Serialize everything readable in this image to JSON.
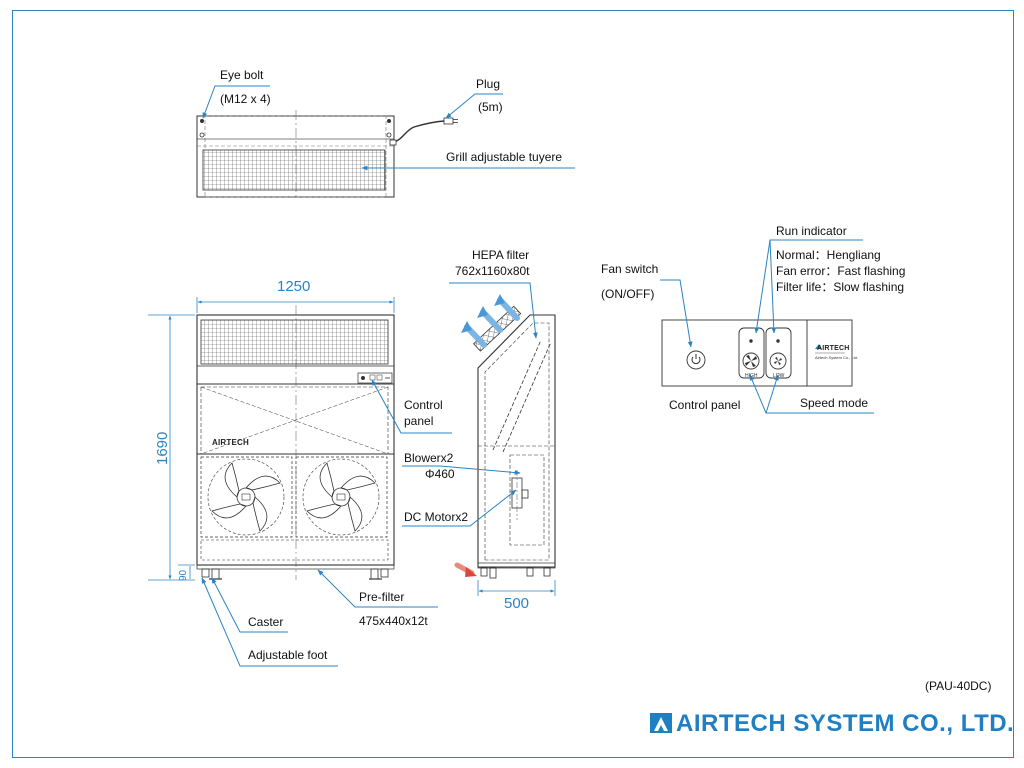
{
  "labels": {
    "eye_bolt": "Eye bolt",
    "eye_bolt_spec": "(M12 x 4)",
    "plug": "Plug",
    "plug_spec": "(5m)",
    "grill": "Grill  adjustable tuyere",
    "hepa_filter": "HEPA filter",
    "hepa_filter_spec": "762x1160x80t",
    "control_panel_l1": "Control",
    "control_panel_l2": "panel",
    "blower": "Blowerx2",
    "blower_spec": "Φ460",
    "dc_motor": "DC Motorx2",
    "caster": "Caster",
    "pre_filter": "Pre-filter",
    "pre_filter_spec": "475x440x12t",
    "adjustable_foot": "Adjustable foot",
    "fan_switch": "Fan switch",
    "fan_switch_spec": "(ON/OFF)",
    "run_indicator": "Run indicator",
    "run_normal": "Normal：Hengliang",
    "run_fan_error": "Fan error：Fast flashing",
    "run_filter_life": "Filter life：Slow flashing",
    "control_panel": "Control panel",
    "speed_mode": "Speed mode"
  },
  "dimensions": {
    "width": "1250",
    "height": "1690",
    "foot": "90",
    "depth": "500"
  },
  "panel": {
    "high": "HIGH",
    "low": "LOW",
    "brand": "AIRTECH",
    "brand_sub": "Airtech System Co., Ltd."
  },
  "unit_brand": "AIRTECH",
  "model": "(PAU-40DC)",
  "company": "AIRTECH SYSTEM CO., LTD.",
  "colors": {
    "accent": "#2a84c4",
    "line": "#333333",
    "arrow_red": "#d9463b"
  },
  "icons": [
    "power-icon",
    "fan-icon",
    "airflow-arrow-icon",
    "company-logo-icon"
  ]
}
